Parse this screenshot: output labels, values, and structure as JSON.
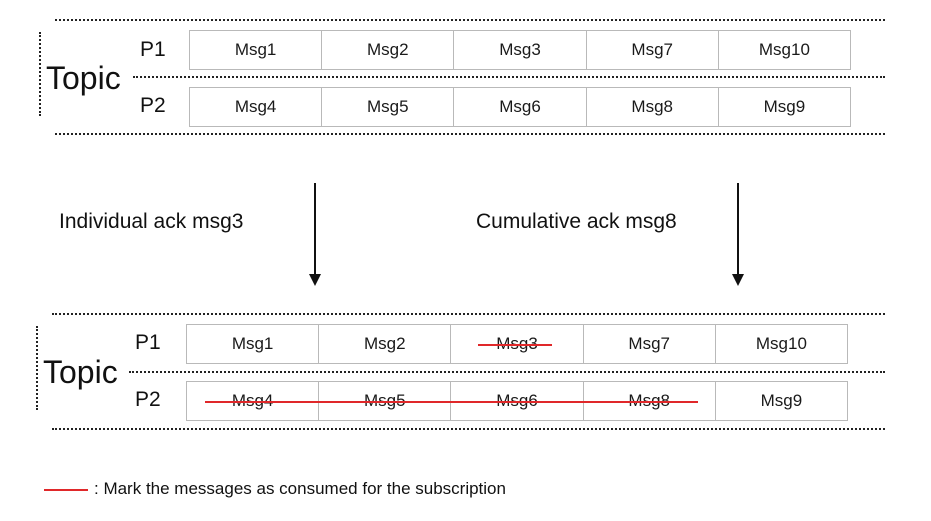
{
  "colors": {
    "consumed_mark": "#e0282a",
    "cell_border": "#b9b9b9",
    "text": "#111111"
  },
  "before": {
    "topic_label": "Topic",
    "partitions": [
      {
        "label": "P1",
        "messages": [
          "Msg1",
          "Msg2",
          "Msg3",
          "Msg7",
          "Msg10"
        ]
      },
      {
        "label": "P2",
        "messages": [
          "Msg4",
          "Msg5",
          "Msg6",
          "Msg8",
          "Msg9"
        ]
      }
    ]
  },
  "actions": {
    "individual_ack": "Individual ack msg3",
    "cumulative_ack": "Cumulative ack msg8"
  },
  "after": {
    "topic_label": "Topic",
    "partitions": [
      {
        "label": "P1",
        "messages": [
          "Msg1",
          "Msg2",
          "Msg3",
          "Msg7",
          "Msg10"
        ],
        "consumed": [
          false,
          false,
          true,
          false,
          false
        ]
      },
      {
        "label": "P2",
        "messages": [
          "Msg4",
          "Msg5",
          "Msg6",
          "Msg8",
          "Msg9"
        ],
        "consumed": [
          true,
          true,
          true,
          true,
          false
        ]
      }
    ]
  },
  "legend": {
    "text": ": Mark the messages as consumed for the subscription"
  }
}
